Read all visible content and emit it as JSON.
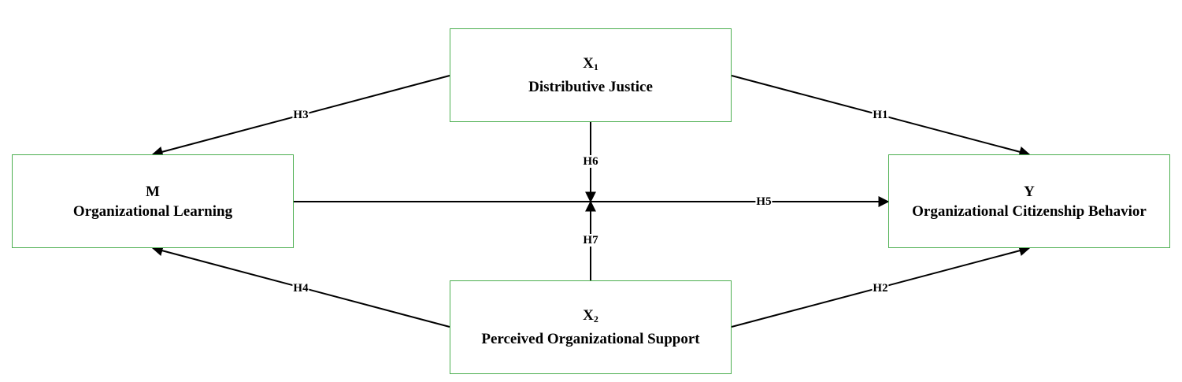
{
  "colors": {
    "node_border": "#4caf50",
    "edge": "#000000"
  },
  "nodes": {
    "x1": {
      "symbol": "X",
      "subscript": "1",
      "name": "Distributive Justice"
    },
    "x2": {
      "symbol": "X",
      "subscript": "2",
      "name": "Perceived Organizational Support"
    },
    "m": {
      "symbol": "M",
      "name": "Organizational Learning"
    },
    "y": {
      "symbol": "Y",
      "name": "Organizational Citizenship Behavior"
    }
  },
  "edges": [
    {
      "id": "h1",
      "label": "H1",
      "from": "x1",
      "to": "y"
    },
    {
      "id": "h2",
      "label": "H2",
      "from": "x2",
      "to": "y"
    },
    {
      "id": "h3",
      "label": "H3",
      "from": "x1",
      "to": "m"
    },
    {
      "id": "h4",
      "label": "H4",
      "from": "x2",
      "to": "m"
    },
    {
      "id": "h5",
      "label": "H5",
      "from": "m",
      "to": "y"
    },
    {
      "id": "h6",
      "label": "H6",
      "from": "x1",
      "to": "h5"
    },
    {
      "id": "h7",
      "label": "H7",
      "from": "x2",
      "to": "h5"
    }
  ]
}
